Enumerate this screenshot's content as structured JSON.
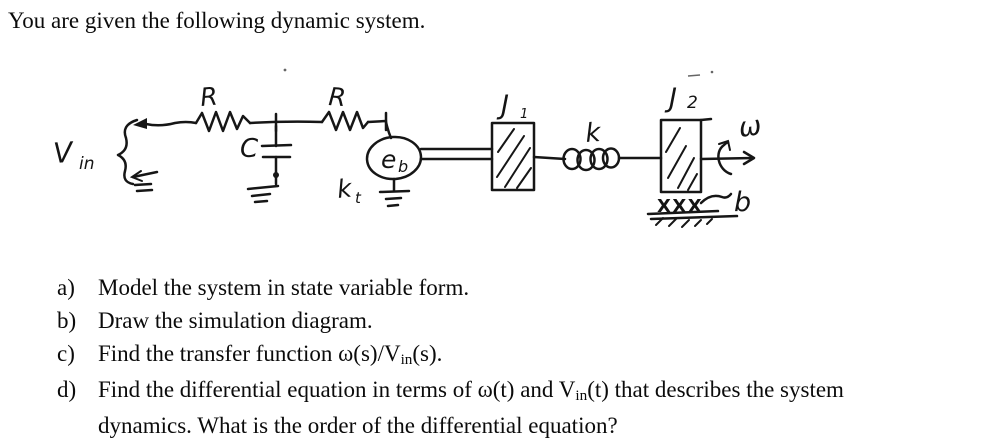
{
  "intro": "You are given the following dynamic system.",
  "diagram": {
    "labels": {
      "vin_base": "V",
      "vin_sub": "in",
      "resistor_1": "R",
      "resistor_2": "R",
      "capacitor": "C",
      "back_emf_base": "e",
      "back_emf_sub": "b",
      "torque_constant_base": "k",
      "torque_constant_sub": "t",
      "inertia_1_base": "J",
      "inertia_1_sub": "1",
      "spring": "k",
      "inertia_2_base": "J",
      "inertia_2_sub": "2",
      "omega": "ω",
      "damping": "b",
      "bearing_hatch": "XXX"
    }
  },
  "questions": [
    {
      "label": "a)",
      "text": "Model the system in state variable form."
    },
    {
      "label": "b)",
      "text": "Draw the simulation diagram."
    },
    {
      "label": "c)",
      "pre": "Find the transfer function ω(s)/V",
      "sub": "in",
      "post": "(s)."
    },
    {
      "label": "d)",
      "pre": "Find the differential equation in terms of ω(t) and V",
      "sub": "in",
      "post": "(t) that describes the system",
      "line2": "dynamics. What is the order of the differential equation?"
    }
  ]
}
